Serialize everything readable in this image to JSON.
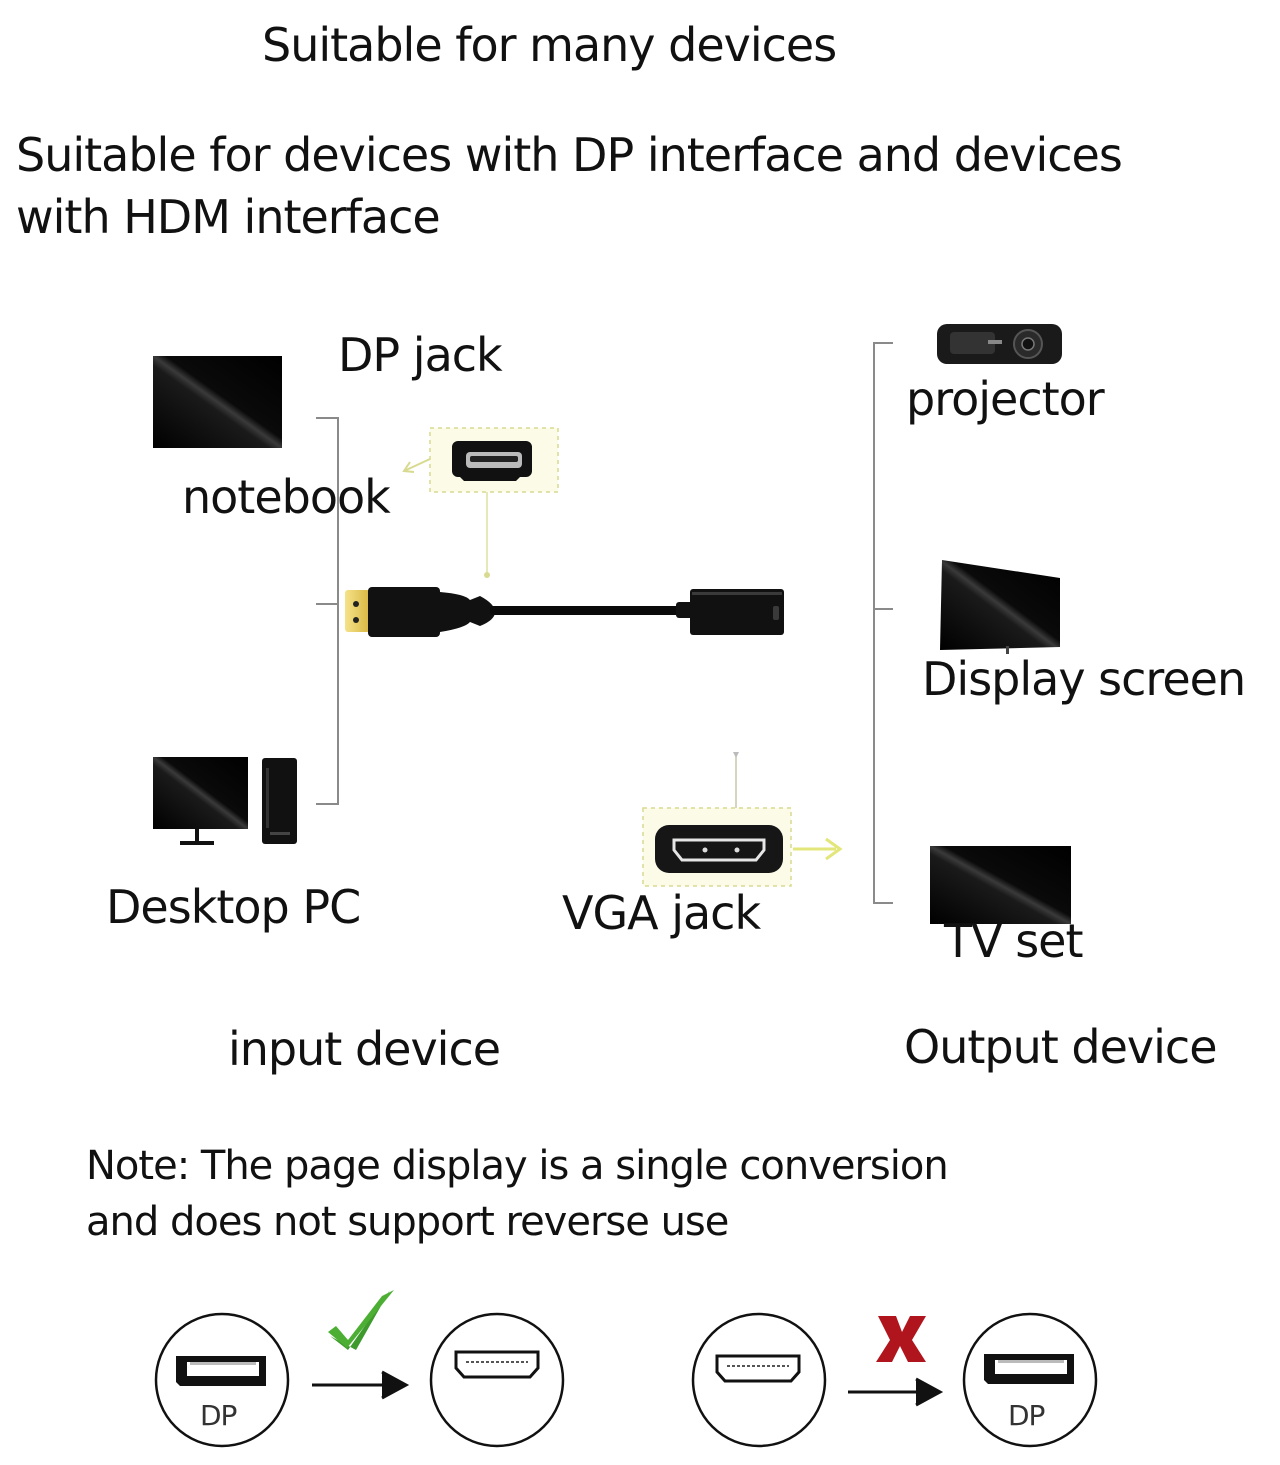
{
  "header": {
    "title": "Suitable for many devices",
    "subtitle_line1": "Suitable for devices with DP interface and devices",
    "subtitle_line2": "with HDM interface"
  },
  "diagram": {
    "input_devices": [
      {
        "label": "notebook",
        "icon": "laptop-icon"
      },
      {
        "label": "Desktop PC",
        "icon": "desktop-pc-icon"
      }
    ],
    "output_devices": [
      {
        "label": "projector",
        "icon": "projector-icon"
      },
      {
        "label": "Display screen",
        "icon": "monitor-icon"
      },
      {
        "label": "TV set",
        "icon": "tv-icon"
      }
    ],
    "connectors": {
      "dp_jack_label": "DP jack",
      "vga_jack_label": "VGA jack"
    },
    "group_labels": {
      "input": "input device",
      "output": "Output device"
    },
    "colors": {
      "callout": "#e6e88a",
      "bracket": "#8a8a8a",
      "check": "#3a9a2a",
      "cross": "#b0141c"
    }
  },
  "note": {
    "line1": "Note: The page display is a single conversion",
    "line2": "and does not support reverse use"
  },
  "conversion": {
    "valid": {
      "from": "DP",
      "to": "HDMI",
      "status": "supported"
    },
    "invalid": {
      "from": "HDMI",
      "to": "DP",
      "status": "not supported"
    },
    "dp_label": "DP"
  }
}
